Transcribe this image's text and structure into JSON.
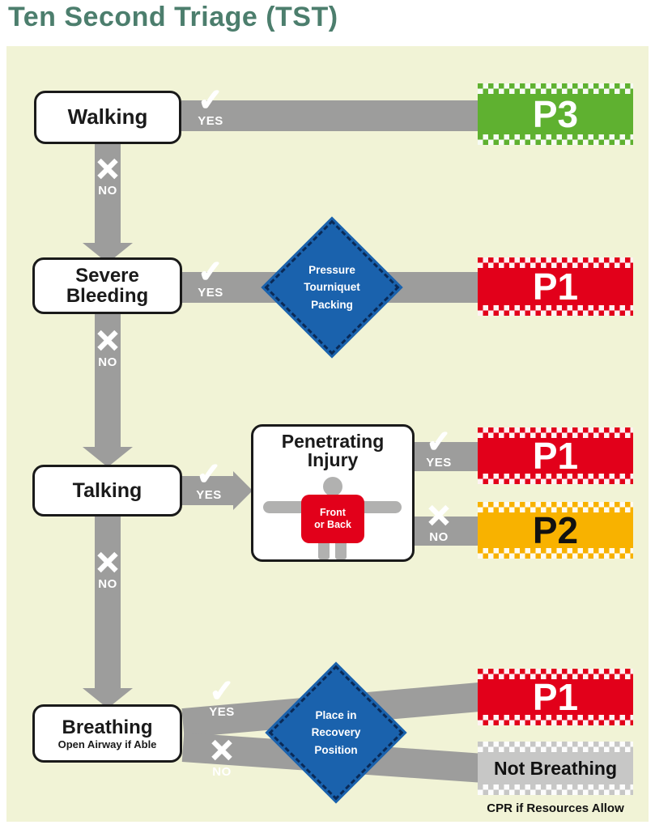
{
  "title": "Ten Second Triage (TST)",
  "labels": {
    "yes": "YES",
    "no": "NO"
  },
  "icons": {
    "check": "✓",
    "cross": "✕"
  },
  "nodes": {
    "walking": "Walking",
    "severe_bleeding_line1": "Severe",
    "severe_bleeding_line2": "Bleeding",
    "talking": "Talking",
    "breathing": "Breathing",
    "breathing_sub": "Open Airway if Able"
  },
  "penetrating": {
    "title_line1": "Penetrating",
    "title_line2": "Injury",
    "body_line1": "Front",
    "body_line2": "or Back"
  },
  "diamonds": {
    "bleeding": {
      "line1": "Pressure",
      "line2": "Tourniquet",
      "line3": "Packing"
    },
    "recovery": {
      "line1": "Place in",
      "line2": "Recovery",
      "line3": "Position"
    }
  },
  "outcomes": {
    "p3": "P3",
    "p1": "P1",
    "p2": "P2",
    "not_breathing": "Not Breathing"
  },
  "footer": "CPR if Resources Allow",
  "colors": {
    "title_green": "#4c7e6d",
    "background": "#f1f3d6",
    "arrow_grey": "#9d9d9c",
    "p3_green": "#5fb130",
    "p1_red": "#e2001a",
    "p2_yellow": "#f8b200",
    "not_breathing_grey": "#c7c7c6",
    "diamond_blue": "#1a62ad"
  }
}
